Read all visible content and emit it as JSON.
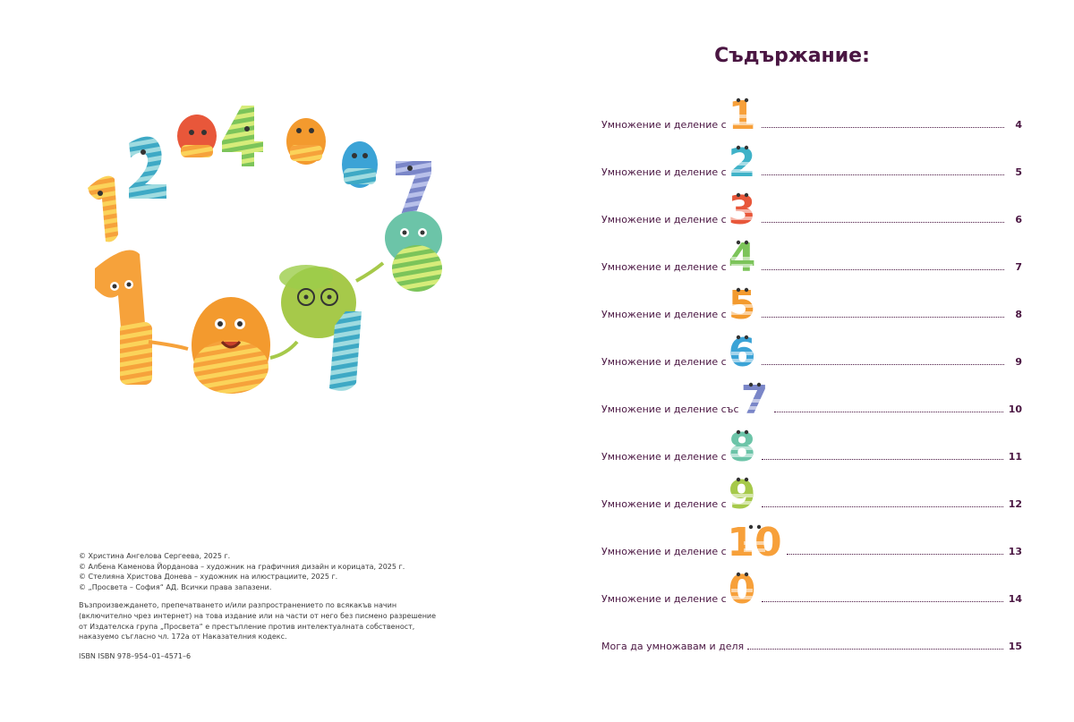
{
  "imprint": {
    "copyright_lines": [
      "© Христина Ангелова Сергеева, 2025 г.",
      "© Албена Каменова Йорданова – художник на графичния дизайн и корицата, 2025 г.",
      "© Стелияна Христова Донева – художник на илюстрациите, 2025 г.",
      "© „Просвета – София“ АД. Всички права запазени."
    ],
    "legal_lines": [
      "Възпроизвеждането, препечатването и/или разпространението по всякакъв начин",
      "(включително чрез интернет) на това издание или на части от него без писмено разрешение",
      "от Издателска група „Просвета“ е престъпление против интелектуалната собственост,",
      "наказуемо съгласно чл. 172а от Наказателния кодекс."
    ],
    "isbn": "ISBN ISBN 978–954–01–4571–6"
  },
  "toc": {
    "title": "Съдържание:",
    "entries": [
      {
        "label": "Умножение и деление с",
        "number_icon": "one-character-icon",
        "page": "4",
        "color": "#f7a03a"
      },
      {
        "label": "Умножение и деление с",
        "number_icon": "two-character-icon",
        "page": "5",
        "color": "#3fb2c8"
      },
      {
        "label": "Умножение и деление с",
        "number_icon": "three-character-icon",
        "page": "6",
        "color": "#e8573a"
      },
      {
        "label": "Умножение и деление с",
        "number_icon": "four-character-icon",
        "page": "7",
        "color": "#7cc45a"
      },
      {
        "label": "Умножение и деление с",
        "number_icon": "five-character-icon",
        "page": "8",
        "color": "#f39a2e"
      },
      {
        "label": "Умножение и деление с",
        "number_icon": "six-character-icon",
        "page": "9",
        "color": "#3ba3d6"
      },
      {
        "label": "Умножение и деление със",
        "number_icon": "seven-character-icon",
        "page": "10",
        "color": "#7a86c8"
      },
      {
        "label": "Умножение и деление с",
        "number_icon": "eight-character-icon",
        "page": "11",
        "color": "#6cc4a8"
      },
      {
        "label": "Умножение и деление с",
        "number_icon": "nine-character-icon",
        "page": "12",
        "color": "#a6c94a"
      },
      {
        "label": "Умножение и деление с",
        "number_icon": "ten-character-icon",
        "page": "13",
        "color": "#f7a03a"
      },
      {
        "label": "Умножение и деление с",
        "number_icon": "zero-character-icon",
        "page": "14",
        "color": "#f7a03a"
      },
      {
        "label": "Мога да умножавам и деля",
        "number_icon": "",
        "page": "15",
        "color": ""
      }
    ]
  }
}
